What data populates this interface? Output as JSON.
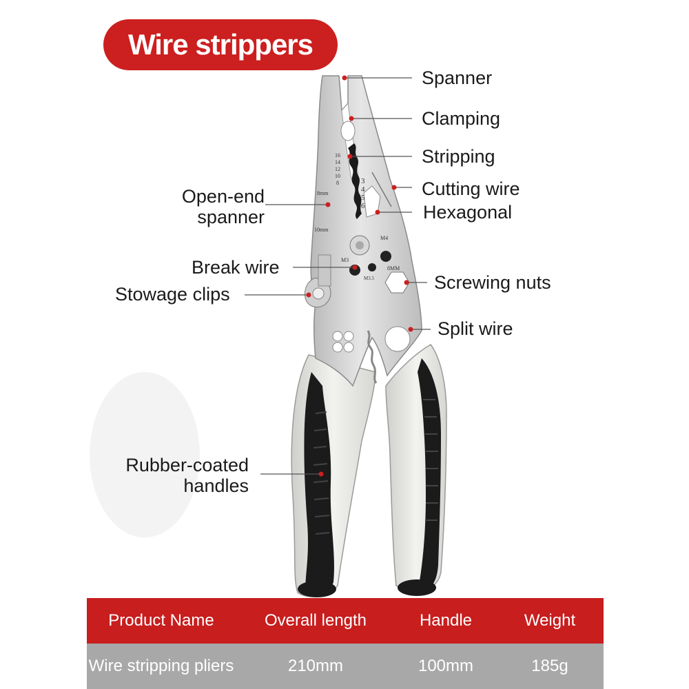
{
  "title": "Wire strippers",
  "labels": {
    "spanner": "Spanner",
    "clamping": "Clamping",
    "stripping": "Stripping",
    "cutting_wire": "Cutting wire",
    "hexagonal": "Hexagonal",
    "open_end_line1": "Open-end",
    "open_end_line2": "spanner",
    "break_wire": "Break wire",
    "screwing_nuts": "Screwing nuts",
    "stowage_clips": "Stowage clips",
    "split_wire": "Split wire",
    "rubber_line1": "Rubber-coated",
    "rubber_line2": "handles"
  },
  "tool_markings": {
    "gauge_left": [
      "16",
      "14",
      "12",
      "10",
      "8"
    ],
    "gauge_right": [
      "3",
      "4",
      "5",
      "6"
    ],
    "mm8": "8mm",
    "mm10": "10mm",
    "m3": "M3",
    "m4": "M4",
    "m35": "M3.5",
    "mm8b": "8MM"
  },
  "table": {
    "headers": [
      "Product Name",
      "Overall length",
      "Handle",
      "Weight"
    ],
    "row": [
      "Wire stripping pliers",
      "210mm",
      "100mm",
      "185g"
    ]
  },
  "colors": {
    "accent_red": "#cc1f1f",
    "table_row_gray": "#a8a8a8",
    "handle_black": "#1b1b1b",
    "handle_white": "#e8e8e4",
    "steel": "#cfcfcf"
  }
}
